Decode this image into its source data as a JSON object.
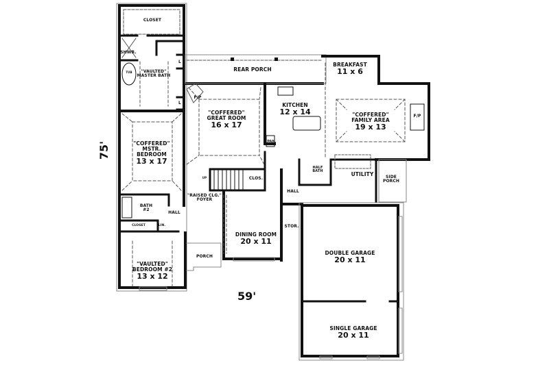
{
  "plan": {
    "type": "floor plan",
    "overall_width": "59'",
    "overall_depth": "75'",
    "colors": {
      "wall": "#111111",
      "background": "#ffffff",
      "dashed": "#555555",
      "outline": "#888888"
    }
  },
  "rooms": {
    "closet": {
      "name": "CLOSET",
      "dim": ""
    },
    "shower": {
      "name": "SHWR.",
      "dim": ""
    },
    "tub": {
      "name": "TUB",
      "dim": ""
    },
    "master_bath": {
      "name": "\"VAULTED\" MASTER BATH",
      "dim": ""
    },
    "rear_porch": {
      "name": "REAR PORCH",
      "dim": ""
    },
    "breakfast": {
      "name": "BREAKFAST",
      "dim": "11 x 6"
    },
    "great_room": {
      "name": "\"COFFERED\" GREAT ROOM",
      "dim": "16 x 17"
    },
    "great_room_fp": {
      "name": "F/P",
      "dim": ""
    },
    "kitchen": {
      "name": "KITCHEN",
      "dim": "12 x 14"
    },
    "pantry": {
      "name": "PAN.",
      "dim": ""
    },
    "family_area": {
      "name": "\"COFFERED\" FAMILY AREA",
      "dim": "19 x 13"
    },
    "family_fp": {
      "name": "F/P",
      "dim": ""
    },
    "master_bedroom": {
      "name": "\"COFFERED\" MSTR. BEDROOM",
      "dim": "13 x 17"
    },
    "closet_small": {
      "name": "CLOS.",
      "dim": ""
    },
    "half_bath": {
      "name": "HALF BATH",
      "dim": ""
    },
    "utility": {
      "name": "UTILITY",
      "dim": ""
    },
    "side_porch": {
      "name": "SIDE PORCH",
      "dim": ""
    },
    "foyer": {
      "name": "\"RAISED CLG.\" FOYER",
      "dim": ""
    },
    "hall_right": {
      "name": "HALL",
      "dim": ""
    },
    "bath2": {
      "name": "BATH #2",
      "dim": ""
    },
    "hall_left": {
      "name": "HALL",
      "dim": ""
    },
    "closet_bed2": {
      "name": "CLOSET",
      "dim": ""
    },
    "linen": {
      "name": "LIN.",
      "dim": ""
    },
    "storage": {
      "name": "STOR.",
      "dim": ""
    },
    "dining_room": {
      "name": "DINING ROOM",
      "dim": "20 x 11"
    },
    "porch": {
      "name": "PORCH",
      "dim": ""
    },
    "bedroom2": {
      "name": "\"VAULTED\" BEDROOM #2",
      "dim": "13 x 12"
    },
    "double_garage": {
      "name": "DOUBLE GARAGE",
      "dim": "20 x 11"
    },
    "single_garage": {
      "name": "SINGLE GARAGE",
      "dim": "20 x 11"
    },
    "stairs": {
      "name": "UP",
      "dim": ""
    },
    "lav1": {
      "name": "L",
      "dim": ""
    },
    "lav2": {
      "name": "L",
      "dim": ""
    }
  }
}
